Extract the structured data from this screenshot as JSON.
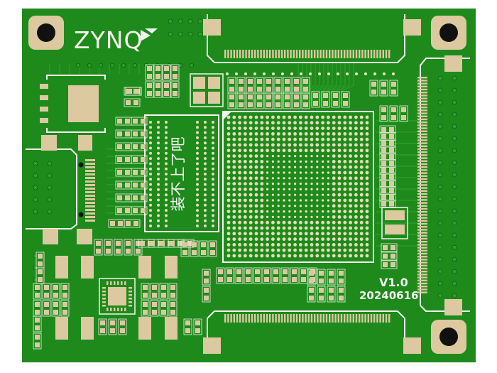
{
  "board": {
    "logo_text": "ZYNQ",
    "chinese_label": "装不上了吧",
    "version": "V1.0",
    "date_code": "20240616"
  },
  "colors": {
    "soldermask": "#1e8a1c",
    "soldermask_dark": "#14701a",
    "trace": "#2aa028",
    "pad_gold": "#dcc9a0",
    "silkscreen": "#f4f4ee",
    "via": "#f0e6c4",
    "hole": "#111111",
    "bga_ball": "#e8dcb8"
  }
}
